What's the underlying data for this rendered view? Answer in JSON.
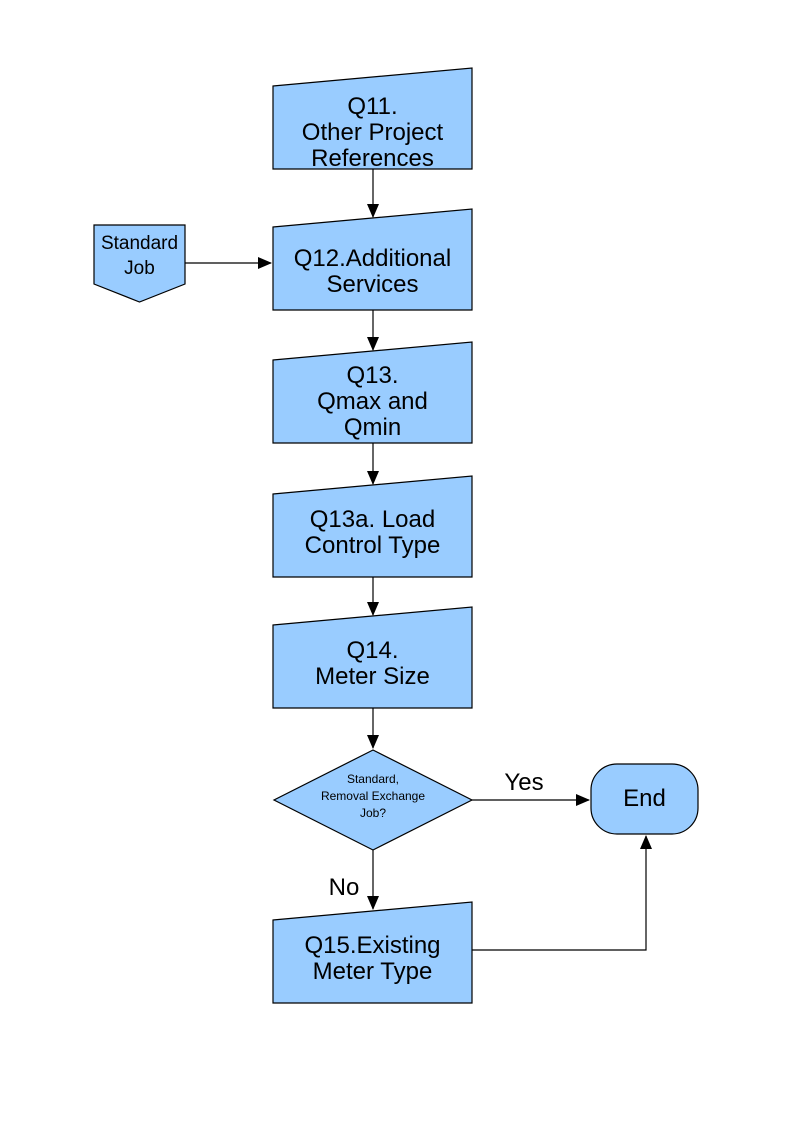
{
  "diagram": {
    "colors": {
      "node_fill": "#99CCFF",
      "node_border": "#000000",
      "edge": "#000000",
      "background": "#FFFFFF",
      "text": "#000000"
    },
    "nodes": {
      "standard_job": {
        "shape": "off-page-connector",
        "label": "Standard\nJob"
      },
      "q11": {
        "shape": "slant-top-box",
        "label": "Q11.\nOther Project\nReferences"
      },
      "q12": {
        "shape": "slant-top-box",
        "label": "Q12.Additional\nServices"
      },
      "q13": {
        "shape": "slant-top-box",
        "label": "Q13.\nQmax and\nQmin"
      },
      "q13a": {
        "shape": "slant-top-box",
        "label": "Q13a. Load\nControl Type"
      },
      "q14": {
        "shape": "slant-top-box",
        "label": "Q14.\nMeter Size"
      },
      "decision": {
        "shape": "diamond",
        "label": "Standard,\nRemoval Exchange\nJob?"
      },
      "end": {
        "shape": "terminator",
        "label": "End"
      },
      "q15": {
        "shape": "slant-top-box",
        "label": "Q15.Existing\nMeter Type"
      }
    },
    "edge_labels": {
      "yes": "Yes",
      "no": "No"
    }
  }
}
